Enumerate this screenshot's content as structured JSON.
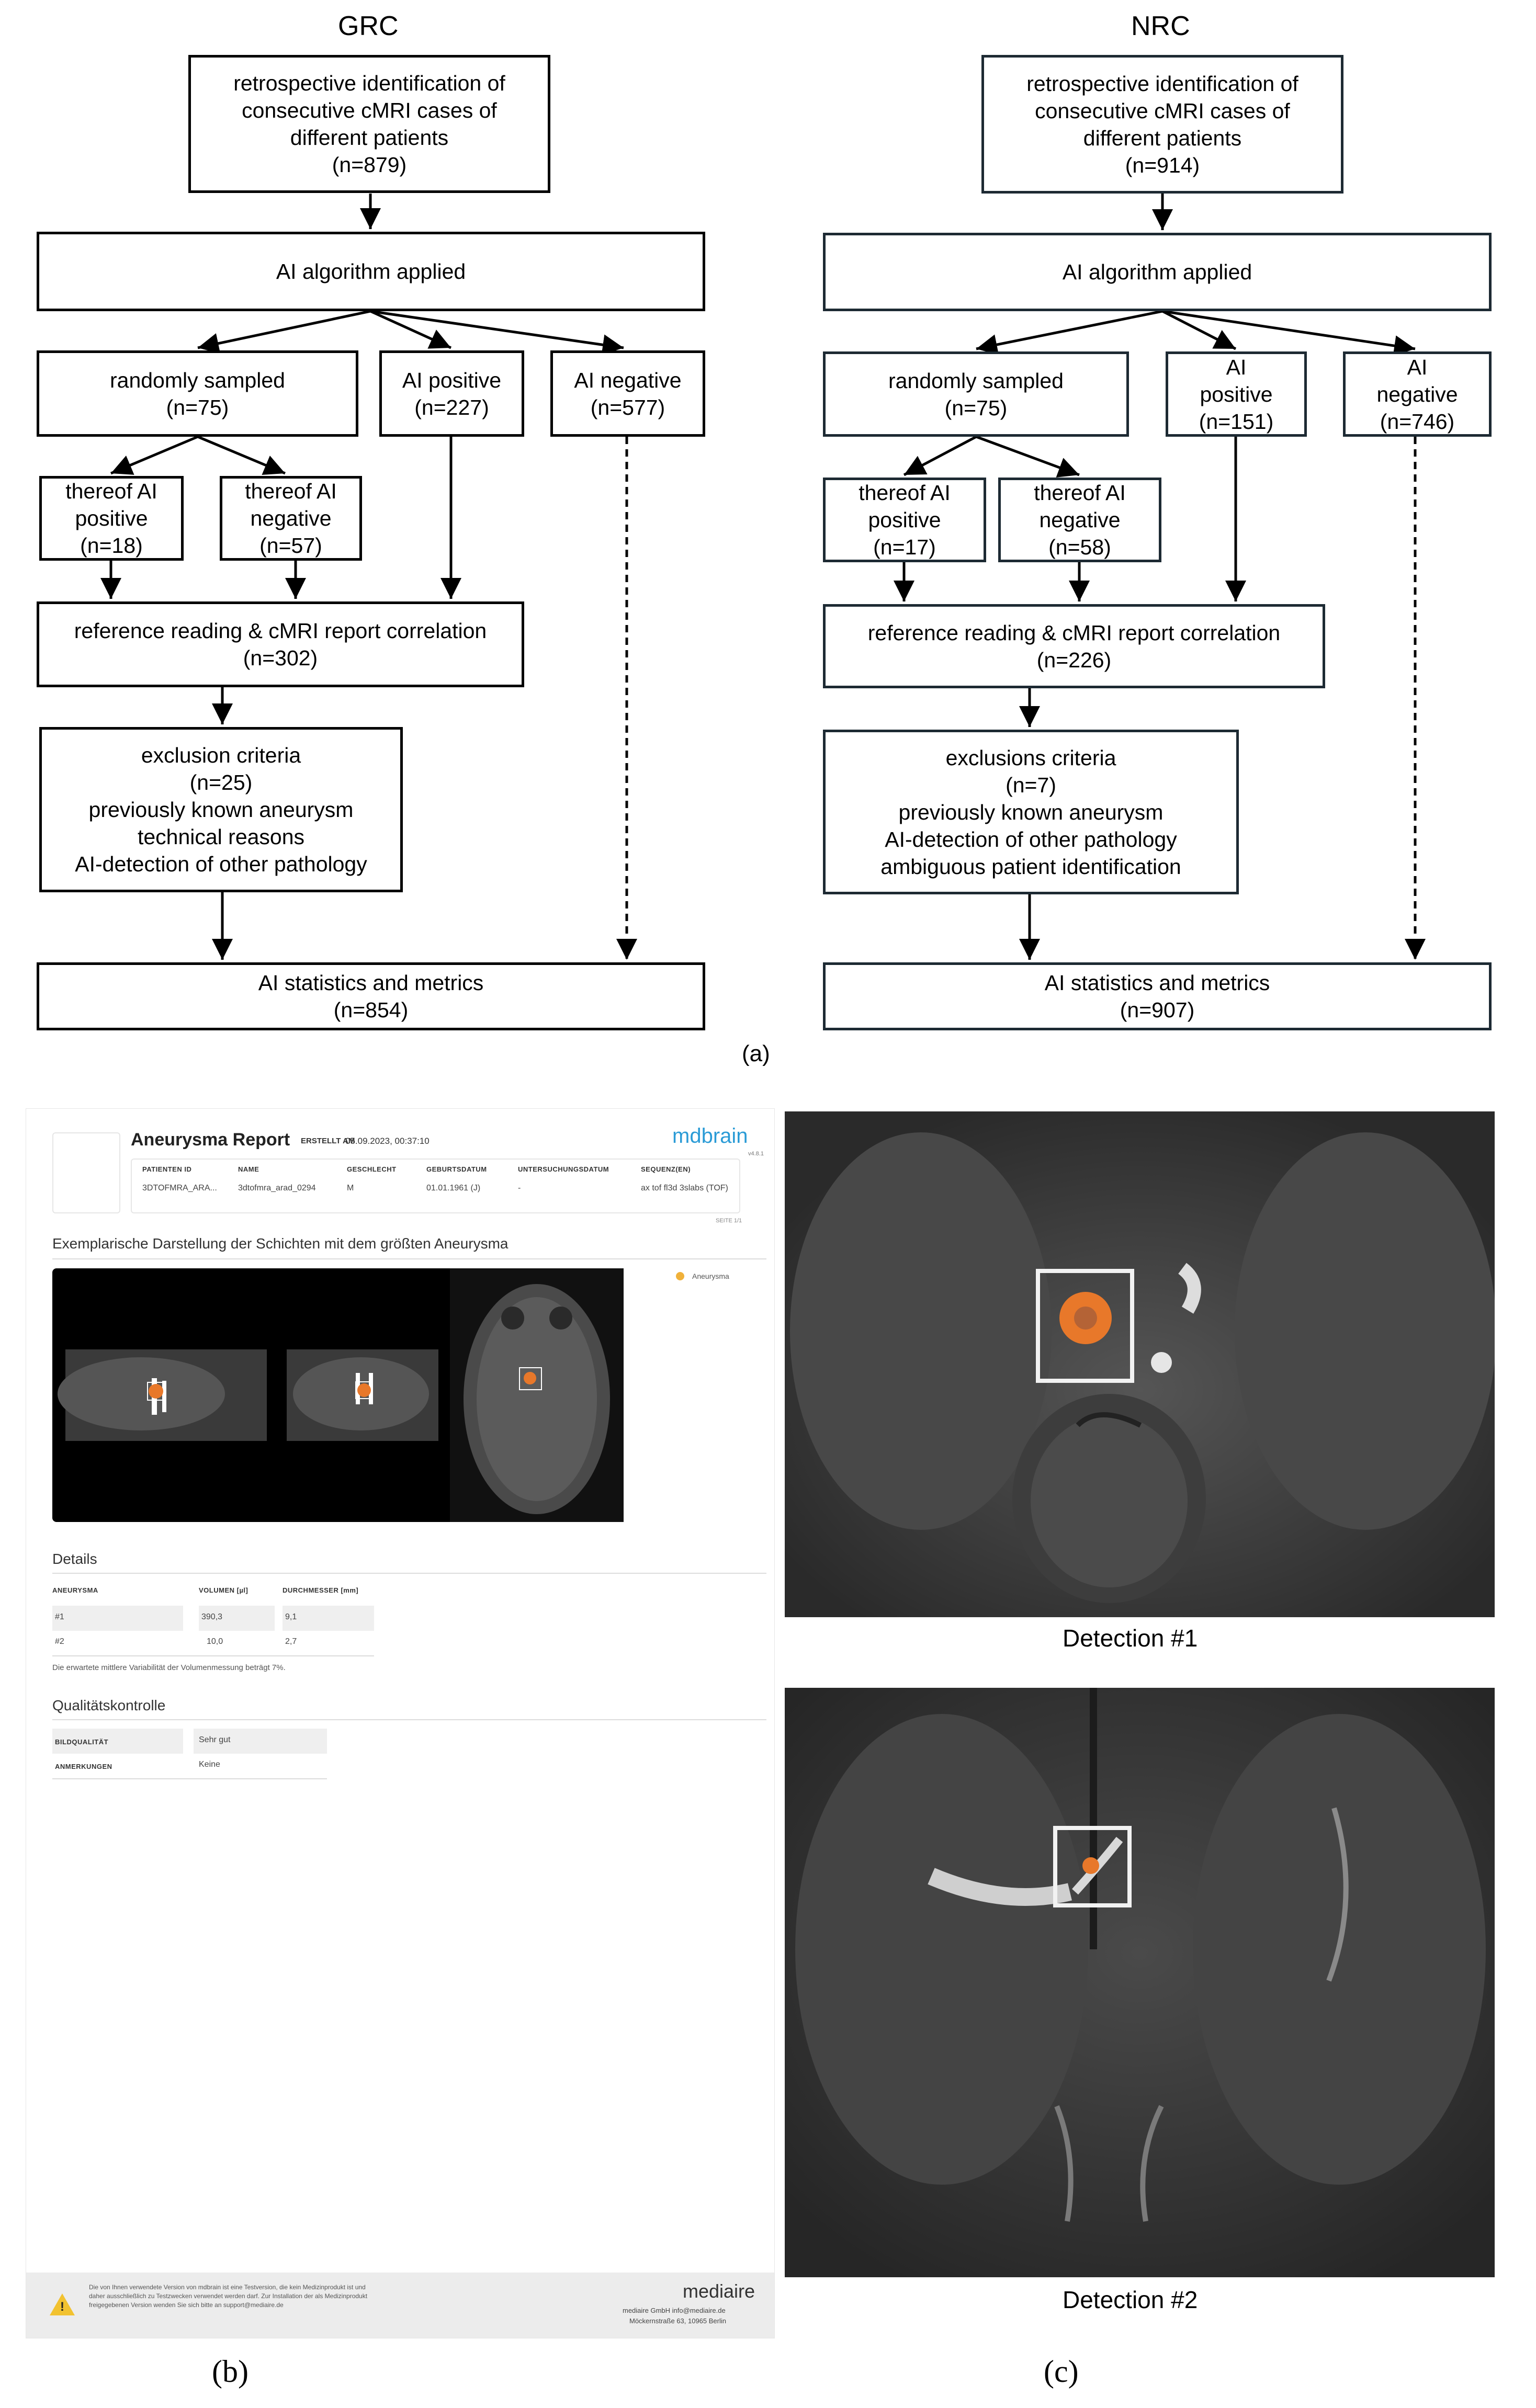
{
  "panel_a": {
    "grc": {
      "title": "GRC",
      "identification": "retrospective identification of\nconsecutive cMRI cases of\ndifferent patients\n(n=879)",
      "ai_applied": "AI algorithm applied",
      "randomly_sampled": "randomly sampled\n(n=75)",
      "ai_positive": "AI positive\n(n=227)",
      "ai_negative": "AI negative\n(n=577)",
      "thereof_pos": "thereof AI\npositive\n(n=18)",
      "thereof_neg": "thereof AI\nnegative\n(n=57)",
      "reference": "reference reading & cMRI report correlation\n(n=302)",
      "exclusion": "exclusion criteria\n(n=25)\npreviously known aneurysm\ntechnical reasons\nAI-detection of other pathology",
      "statistics": "AI statistics and metrics\n(n=854)"
    },
    "nrc": {
      "title": "NRC",
      "identification": "retrospective identification of\nconsecutive cMRI cases of\ndifferent patients\n(n=914)",
      "ai_applied": "AI algorithm applied",
      "randomly_sampled": "randomly sampled\n(n=75)",
      "ai_positive": "AI\npositive\n(n=151)",
      "ai_negative": "AI\nnegative\n(n=746)",
      "thereof_pos": "thereof AI\npositive\n(n=17)",
      "thereof_neg": "thereof AI\nnegative\n(n=58)",
      "reference": "reference reading & cMRI report correlation\n(n=226)",
      "exclusion": "exclusions criteria\n(n=7)\npreviously known aneurysm\nAI-detection of other pathology\nambiguous patient identification",
      "statistics": "AI statistics and metrics\n(n=907)"
    },
    "label": "(a)"
  },
  "panel_b": {
    "label": "(b)",
    "header_title": "Aneurysma Report",
    "created_label": "ERSTELLT AM",
    "created_value": "05.09.2023, 00:37:10",
    "brand": "mdbrain",
    "brand_version": "v4.8.1",
    "patient_headers": [
      "PATIENTEN ID",
      "NAME",
      "GESCHLECHT",
      "GEBURTSDATUM",
      "UNTERSUCHUNGSDATUM",
      "SEQUENZ(EN)"
    ],
    "patient_values": [
      "3DTOFMRA_ARA...",
      "3dtofmra_arad_0294",
      "M",
      "01.01.1961 (J)",
      "-",
      "ax tof fl3d 3slabs (TOF)"
    ],
    "page_no": "SEITE 1/1",
    "section_title": "Exemplarische Darstellung der Schichten mit dem größten Aneurysma",
    "legend_label": "Aneurysma",
    "legend_color": "#f0b13a",
    "details_title": "Details",
    "details_headers": [
      "ANEURYSMA",
      "VOLUMEN [µl]",
      "DURCHMESSER [mm]"
    ],
    "details_rows": [
      {
        "id": "#1",
        "volume": "390,3",
        "diameter": "9,1"
      },
      {
        "id": "#2",
        "volume": "10,0",
        "diameter": "2,7"
      }
    ],
    "details_note": "Die erwartete mittlere Variabilität der Volumenmessung beträgt 7%.",
    "qc_title": "Qualitätskontrolle",
    "qc_rows": [
      {
        "label": "BILDQUALITÄT",
        "value": "Sehr gut"
      },
      {
        "label": "ANMERKUNGEN",
        "value": "Keine"
      }
    ],
    "footer_warning": "Die von Ihnen verwendete Version von mdbrain ist eine Testversion, die kein Medizinprodukt ist und daher ausschließlich zu Testzwecken verwendet werden darf. Zur Installation der als Medizinprodukt freigegebenen Version wenden Sie sich bitte an support@mediaire.de",
    "footer_brand": "mediaire",
    "footer_company": "mediaire GmbH info@mediaire.de",
    "footer_address": "Möckernstraße 63, 10965 Berlin"
  },
  "panel_c": {
    "label": "(c)",
    "detection_1": "Detection #1",
    "detection_2": "Detection #2",
    "marker_color": "#e8782a"
  }
}
